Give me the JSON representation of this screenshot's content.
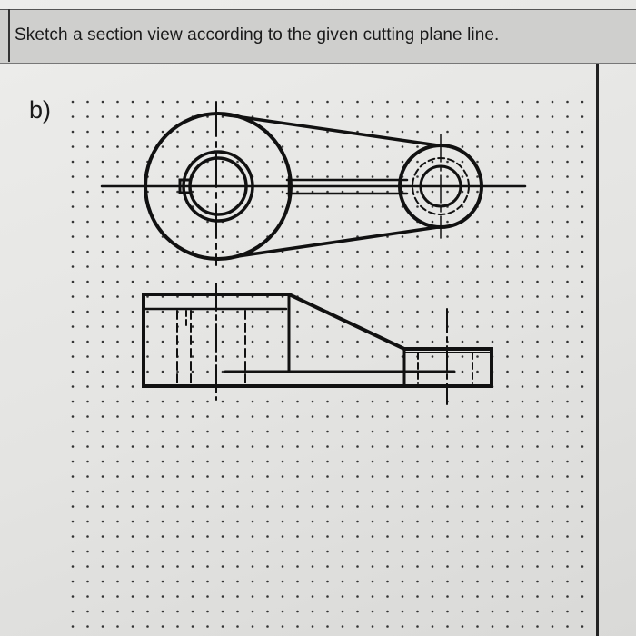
{
  "header": {
    "instruction": "Sketch a section view according to the given cutting plane line."
  },
  "exercise": {
    "label": "b)"
  },
  "icons": {
    "top_view": "top-view-drawing",
    "front_view": "front-view-drawing",
    "dot_grid": "dot-grid-paper"
  }
}
